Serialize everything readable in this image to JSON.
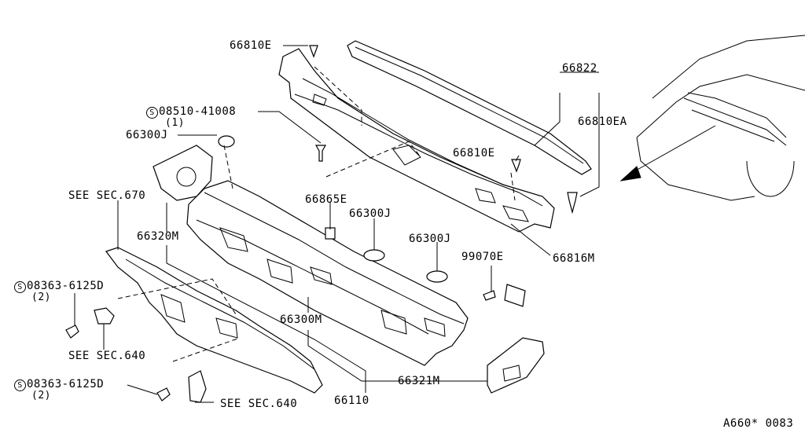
{
  "labels": {
    "p66810E_top": "66810E",
    "p66822": "66822",
    "p08510": "08510-41008",
    "p08510_qty": "(1)",
    "p66810EA": "66810EA",
    "p66300J_top": "66300J",
    "p66810E_mid": "66810E",
    "see670": "SEE SEC.670",
    "p66865E": "66865E",
    "p66300J_mid": "66300J",
    "p66300J_right": "66300J",
    "p66320M": "66320M",
    "p99070E": "99070E",
    "p66816M": "66816M",
    "p08363a": "08363-6125D",
    "p08363a_qty": "(2)",
    "p66300M": "66300M",
    "see640a": "SEE SEC.640",
    "p66321M": "66321M",
    "p08363b": "08363-6125D",
    "p08363b_qty": "(2)",
    "p66110": "66110",
    "see640b": "SEE SEC.640",
    "code": "A660* 0083",
    "s_symbol": "S"
  }
}
